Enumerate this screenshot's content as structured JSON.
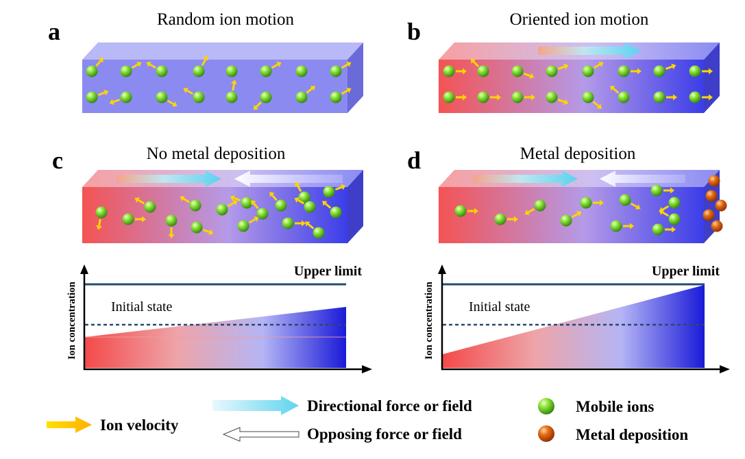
{
  "panels": {
    "a": {
      "letter": "a",
      "title": "Random ion motion"
    },
    "b": {
      "letter": "b",
      "title": "Oriented ion motion"
    },
    "c": {
      "letter": "c",
      "title": "No metal deposition"
    },
    "d": {
      "letter": "d",
      "title": "Metal deposition"
    }
  },
  "graphs": {
    "left": {
      "ylabel": "Ion concentration",
      "upper_label": "Upper limit",
      "initial_label": "Initial state"
    },
    "right": {
      "ylabel": "Ion concentration",
      "upper_label": "Upper limit",
      "initial_label": "Initial state"
    }
  },
  "legend": {
    "ion_velocity": "Ion velocity",
    "directional": "Directional force or field",
    "opposing": "Opposing force or field",
    "mobile_ions": "Mobile ions",
    "metal_deposition": "Metal deposition"
  },
  "colors": {
    "ion_green": "#6fd62a",
    "deposit_orange": "#e0620c",
    "velocity_arrow": "#ffd400",
    "box_blue": "#7f7ff0",
    "gradient_red": "#f44a4a",
    "gradient_blue": "#3a3ae6",
    "limit_line": "#27496d"
  }
}
